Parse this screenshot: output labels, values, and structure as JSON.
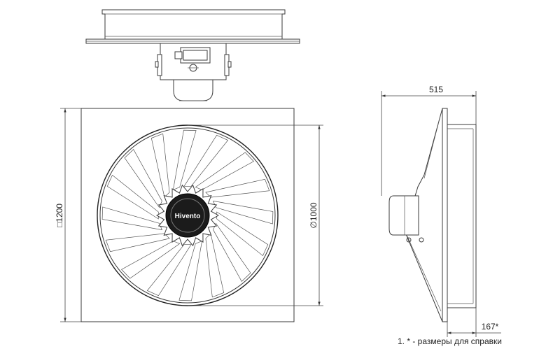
{
  "dimensions": {
    "height_square": "□1200",
    "diameter": "∅1000",
    "width": "515",
    "depth": "167*"
  },
  "logo": "Hivento",
  "note": "1. * - размеры для справки"
}
